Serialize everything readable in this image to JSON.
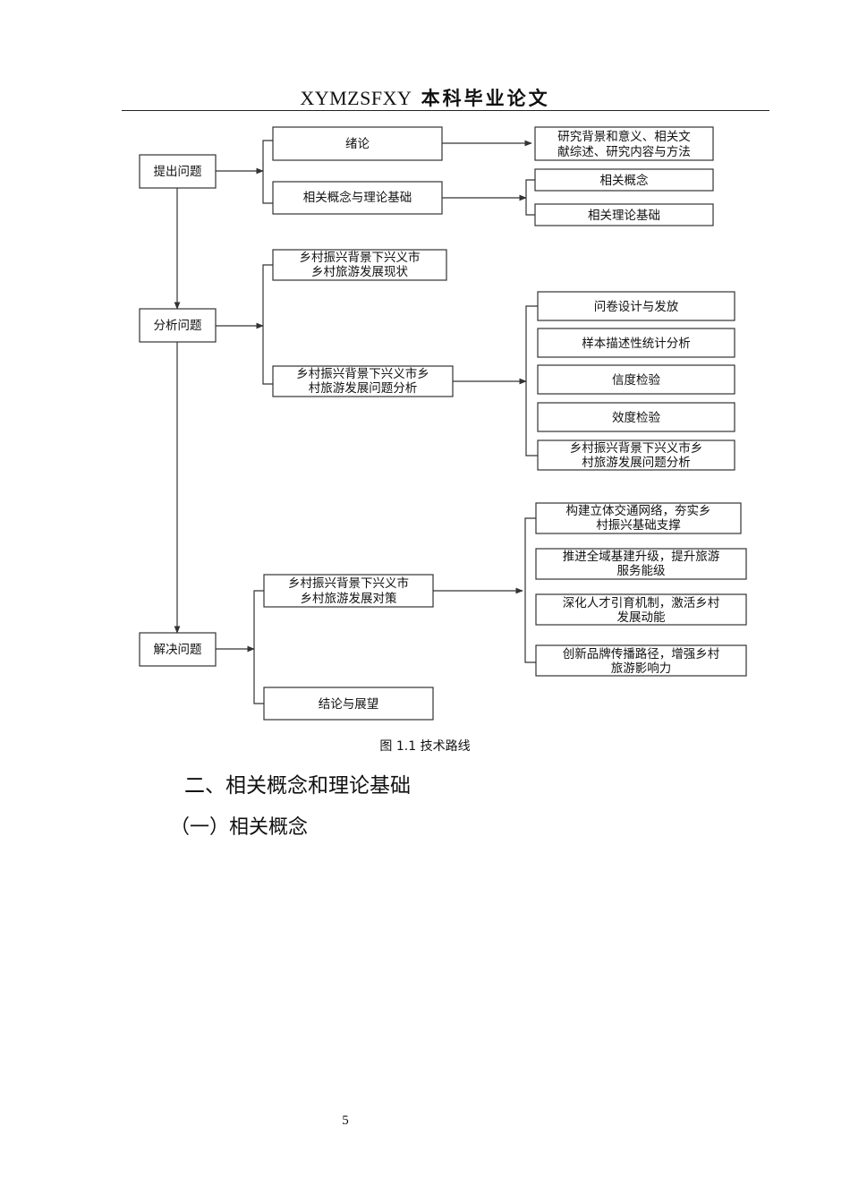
{
  "header": {
    "latin": "XYMZSFXY",
    "cn": " 本科毕业论文"
  },
  "flow": {
    "stages": [
      "提出问题",
      "分析问题",
      "解决问题"
    ],
    "s1": {
      "a": "绪论",
      "b": "相关概念与理论基础",
      "a1": [
        "研究背景和意义、相关文",
        "献综述、研究内容与方法"
      ],
      "b1": "相关概念",
      "b2": "相关理论基础"
    },
    "s2": {
      "a": [
        "乡村振兴背景下兴义市",
        "乡村旅游发展现状"
      ],
      "b": [
        "乡村振兴背景下兴义市乡",
        "村旅游发展问题分析"
      ],
      "b1": "问卷设计与发放",
      "b2": "样本描述性统计分析",
      "b3": "信度检验",
      "b4": "效度检验",
      "b5": [
        "乡村振兴背景下兴义市乡",
        "村旅游发展问题分析"
      ]
    },
    "s3": {
      "a": [
        "乡村振兴背景下兴义市",
        "乡村旅游发展对策"
      ],
      "b": "结论与展望",
      "a1": [
        "构建立体交通网络，夯实乡",
        "村振兴基础支撑"
      ],
      "a2": [
        "推进全域基建升级，提升旅游",
        "服务能级"
      ],
      "a3": [
        "深化人才引育机制，激活乡村",
        "发展动能"
      ],
      "a4": [
        "创新品牌传播路径，增强乡村",
        "旅游影响力"
      ]
    }
  },
  "caption": "图 1.1  技术路线",
  "heading2": "二、相关概念和理论基础",
  "heading3": "（一）相关概念",
  "page_number": "5"
}
